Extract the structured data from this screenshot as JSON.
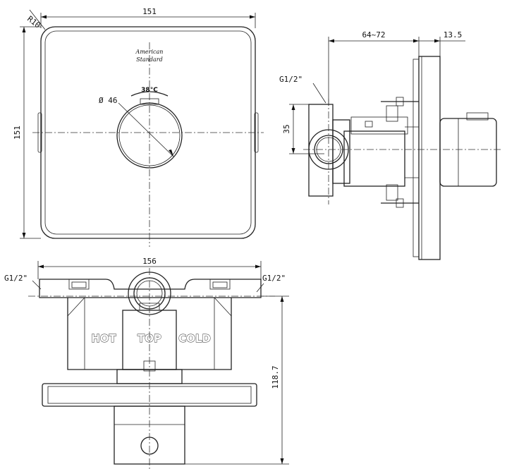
{
  "dimensions": {
    "front_width": "151",
    "front_height": "151",
    "corner_radius": "R10",
    "knob_diameter": "Ø 46",
    "side_depth": "64~72",
    "plate_thickness": "13.5",
    "inlet_size_side": "35",
    "side_thread": "G1/2\"",
    "bottom_width": "156",
    "bottom_thread_left": "G1/2\"",
    "bottom_thread_right": "G1/2\"",
    "bottom_height": "118.7"
  },
  "labels": {
    "brand_line1": "American",
    "brand_line2": "Standard",
    "temperature": "38°C",
    "hot": "HOT",
    "top": "TOP",
    "cold": "COLD"
  }
}
